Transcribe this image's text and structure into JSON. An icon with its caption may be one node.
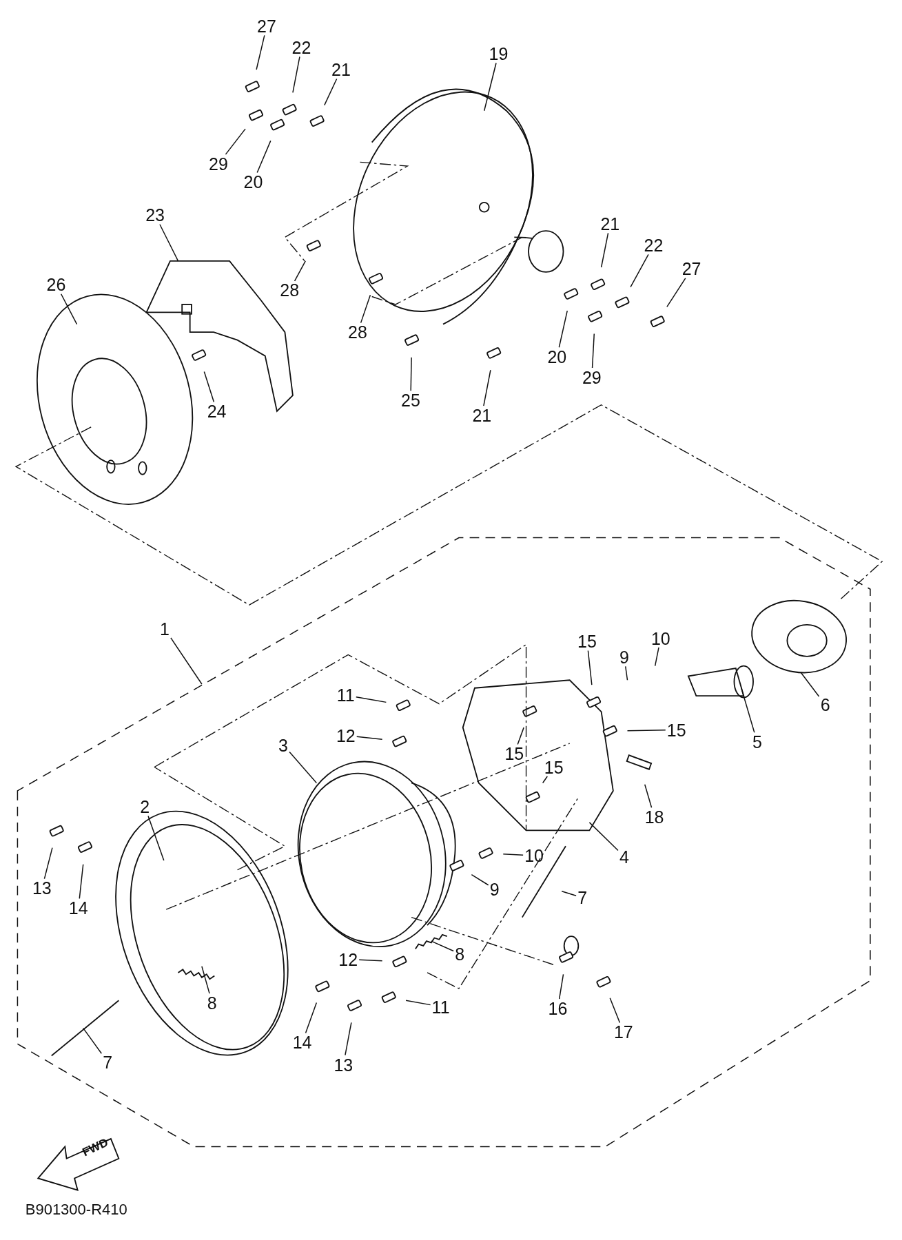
{
  "diagram": {
    "nodes": [
      {
        "text": [
          "27"
        ]
      },
      {
        "text": [
          "22"
        ]
      },
      {
        "text": [
          "21"
        ]
      },
      {
        "text": [
          "19"
        ]
      },
      {
        "text": [
          "29"
        ]
      },
      {
        "text": [
          "20"
        ]
      },
      {
        "text": [
          "23"
        ]
      },
      {
        "text": [
          "26"
        ]
      },
      {
        "text": [
          "28"
        ]
      },
      {
        "text": [
          "28"
        ]
      },
      {
        "text": [
          "21"
        ]
      },
      {
        "text": [
          "22"
        ]
      },
      {
        "text": [
          "27"
        ]
      },
      {
        "text": [
          "24"
        ]
      },
      {
        "text": [
          "25"
        ]
      },
      {
        "text": [
          "20"
        ]
      },
      {
        "text": [
          "29"
        ]
      },
      {
        "text": [
          "21"
        ]
      },
      {
        "text": [
          "1"
        ]
      },
      {
        "text": [
          "11"
        ]
      },
      {
        "text": [
          "12"
        ]
      },
      {
        "text": [
          "3"
        ]
      },
      {
        "text": [
          "15"
        ]
      },
      {
        "text": [
          "9"
        ]
      },
      {
        "text": [
          "10"
        ]
      },
      {
        "text": [
          "15"
        ]
      },
      {
        "text": [
          "15"
        ]
      },
      {
        "text": [
          "15"
        ]
      },
      {
        "text": [
          "5"
        ]
      },
      {
        "text": [
          "6"
        ]
      },
      {
        "text": [
          "2"
        ]
      },
      {
        "text": [
          "18"
        ]
      },
      {
        "text": [
          "4"
        ]
      },
      {
        "text": [
          "13"
        ]
      },
      {
        "text": [
          "14"
        ]
      },
      {
        "text": [
          "10"
        ]
      },
      {
        "text": [
          "9"
        ]
      },
      {
        "text": [
          "7"
        ]
      },
      {
        "text": [
          "8"
        ]
      },
      {
        "text": [
          "12"
        ]
      },
      {
        "text": [
          "11"
        ]
      },
      {
        "text": [
          "8"
        ]
      },
      {
        "text": [
          "16"
        ]
      },
      {
        "text": [
          "17"
        ]
      },
      {
        "text": [
          "14"
        ]
      },
      {
        "text": [
          "13"
        ]
      },
      {
        "text": [
          "7"
        ]
      }
    ],
    "edges": [
      {
        "from": 0,
        "to": null,
        "arrow": "none"
      },
      {
        "from": 1,
        "to": null,
        "arrow": "none"
      },
      {
        "from": 2,
        "to": null,
        "arrow": "none"
      },
      {
        "from": 3,
        "to": null,
        "arrow": "none"
      },
      {
        "from": 4,
        "to": null,
        "arrow": "none"
      },
      {
        "from": 5,
        "to": null,
        "arrow": "none"
      },
      {
        "from": 6,
        "to": null,
        "arrow": "none"
      },
      {
        "from": 7,
        "to": null,
        "arrow": "none"
      },
      {
        "from": 8,
        "to": null,
        "arrow": "none"
      },
      {
        "from": 9,
        "to": null,
        "arrow": "none"
      },
      {
        "from": 10,
        "to": null,
        "arrow": "none"
      },
      {
        "from": 11,
        "to": null,
        "arrow": "none"
      },
      {
        "from": 12,
        "to": null,
        "arrow": "none"
      },
      {
        "from": 13,
        "to": null,
        "arrow": "none"
      },
      {
        "from": 14,
        "to": null,
        "arrow": "none"
      },
      {
        "from": 15,
        "to": null,
        "arrow": "none"
      },
      {
        "from": 16,
        "to": null,
        "arrow": "none"
      },
      {
        "from": 17,
        "to": null,
        "arrow": "none"
      },
      {
        "from": 18,
        "to": null,
        "arrow": "none"
      },
      {
        "from": 19,
        "to": null,
        "arrow": "none"
      },
      {
        "from": 20,
        "to": null,
        "arrow": "none"
      },
      {
        "from": 21,
        "to": null,
        "arrow": "none"
      },
      {
        "from": 22,
        "to": null,
        "arrow": "none"
      },
      {
        "from": 23,
        "to": null,
        "arrow": "none"
      },
      {
        "from": 24,
        "to": null,
        "arrow": "none"
      },
      {
        "from": 25,
        "to": null,
        "arrow": "none"
      },
      {
        "from": 26,
        "to": null,
        "arrow": "none"
      },
      {
        "from": 27,
        "to": null,
        "arrow": "none"
      },
      {
        "from": 28,
        "to": null,
        "arrow": "none"
      },
      {
        "from": 29,
        "to": null,
        "arrow": "none"
      },
      {
        "from": 30,
        "to": null,
        "arrow": "none"
      },
      {
        "from": 31,
        "to": null,
        "arrow": "none"
      },
      {
        "from": 32,
        "to": null,
        "arrow": "none"
      },
      {
        "from": 33,
        "to": null,
        "arrow": "none"
      },
      {
        "from": 34,
        "to": null,
        "arrow": "none"
      },
      {
        "from": 35,
        "to": null,
        "arrow": "none"
      },
      {
        "from": 36,
        "to": null,
        "arrow": "none"
      },
      {
        "from": 37,
        "to": null,
        "arrow": "none"
      },
      {
        "from": 38,
        "to": null,
        "arrow": "none"
      },
      {
        "from": 39,
        "to": null,
        "arrow": "none"
      },
      {
        "from": 40,
        "to": null,
        "arrow": "none"
      },
      {
        "from": 41,
        "to": null,
        "arrow": "none"
      },
      {
        "from": 42,
        "to": null,
        "arrow": "none"
      },
      {
        "from": 43,
        "to": null,
        "arrow": "none"
      },
      {
        "from": 44,
        "to": null,
        "arrow": "none"
      },
      {
        "from": 45,
        "to": null,
        "arrow": "none"
      },
      {
        "from": 46,
        "to": null,
        "arrow": "none"
      }
    ],
    "labels": [
      "FWD",
      "B901300-R410"
    ]
  }
}
